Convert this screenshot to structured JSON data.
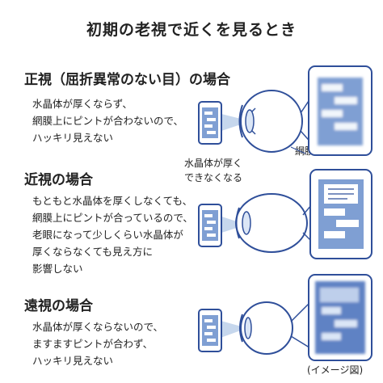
{
  "title": "初期の老視で近くを見るとき",
  "sections": [
    {
      "heading": "正視（屈折異常のない目）の場合",
      "lines": [
        "水晶体が厚くならず、",
        "網膜上にピントが合わないので、",
        "ハッキリ見えない"
      ]
    },
    {
      "heading": "近視の場合",
      "lines": [
        "もともと水晶体を厚くしなくても、",
        "網膜上にピントが合っているので、",
        "老眼になって少しくらい水晶体が",
        "厚くならなくても見え方に",
        "影響しない"
      ]
    },
    {
      "heading": "遠視の場合",
      "lines": [
        "水晶体が厚くならないので、",
        "ますますピントが合わず、",
        "ハッキリ見えない"
      ]
    }
  ],
  "labels": {
    "lens_line1": "水晶体が厚く",
    "lens_line2": "できなくなる",
    "retina": "網膜"
  },
  "caption": "(イメージ図)",
  "colors": {
    "outline": "#2f4f9a",
    "screen": "#7f9fd3",
    "screen_light": "#dbe6f6",
    "rays": "#b8cde9"
  }
}
